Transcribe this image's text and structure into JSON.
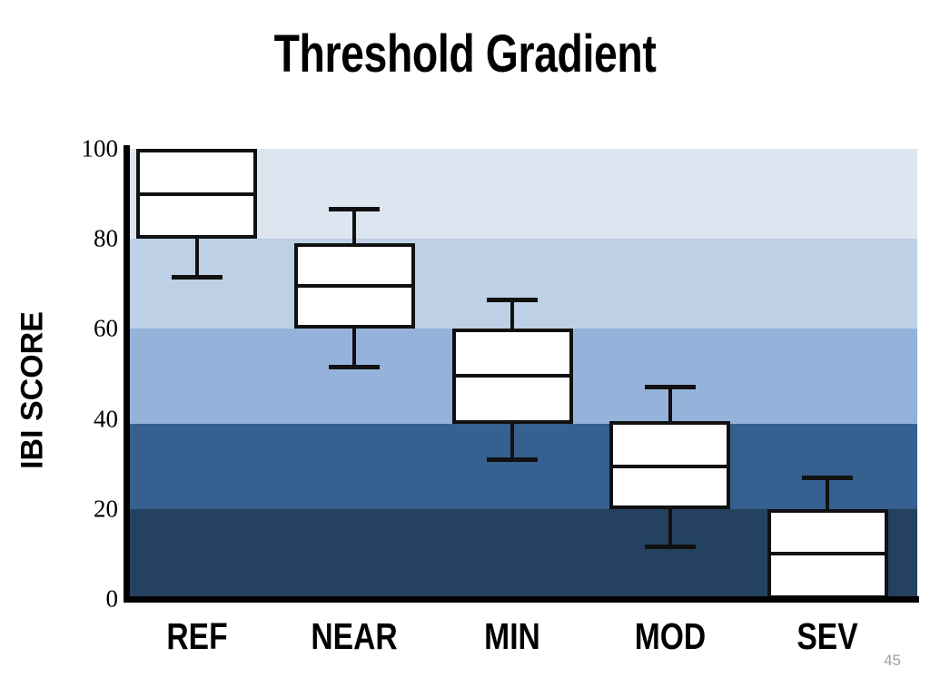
{
  "slide": {
    "title": "Threshold Gradient",
    "number": "45",
    "background_color": "#ffffff"
  },
  "chart_data": {
    "type": "box",
    "title": "Threshold Gradient",
    "xlabel": "",
    "ylabel": "IBI SCORE",
    "ylim": [
      0,
      100
    ],
    "yticks": [
      0,
      20,
      40,
      60,
      80,
      100
    ],
    "ytick_labels": [
      "0",
      "20",
      "40",
      "60",
      "80",
      "100"
    ],
    "grid": false,
    "legend": "none",
    "categories": [
      "REF",
      "NEAR",
      "MIN",
      "MOD",
      "SEV"
    ],
    "boxes": [
      {
        "category": "REF",
        "whisker_low": 72,
        "q1": 80,
        "median": 90,
        "q3": 100,
        "whisker_high": null
      },
      {
        "category": "NEAR",
        "whisker_low": 52,
        "q1": 60,
        "median": 69.5,
        "q3": 79,
        "whisker_high": 87
      },
      {
        "category": "MIN",
        "whisker_low": 31.5,
        "q1": 39,
        "median": 49.5,
        "q3": 60,
        "whisker_high": 67
      },
      {
        "category": "MOD",
        "whisker_low": 12,
        "q1": 20,
        "median": 29.5,
        "q3": 39.5,
        "whisker_high": 47.5
      },
      {
        "category": "SEV",
        "whisker_low": null,
        "q1": 0,
        "median": 10,
        "q3": 20,
        "whisker_high": 27.5
      }
    ],
    "background_bands": [
      {
        "label": "band-80-100",
        "from": 80,
        "to": 100,
        "color": "#dce5f0"
      },
      {
        "label": "band-60-80",
        "from": 60,
        "to": 80,
        "color": "#bed0e5"
      },
      {
        "label": "band-39-60",
        "from": 39,
        "to": 60,
        "color": "#95b3da"
      },
      {
        "label": "band-20-39",
        "from": 20,
        "to": 39,
        "color": "#35608f"
      },
      {
        "label": "band-0-20",
        "from": 0,
        "to": 20,
        "color": "#24425f"
      }
    ],
    "axis_color": "#000000",
    "box_fill": "#ffffff",
    "box_line_color": "#111111"
  }
}
